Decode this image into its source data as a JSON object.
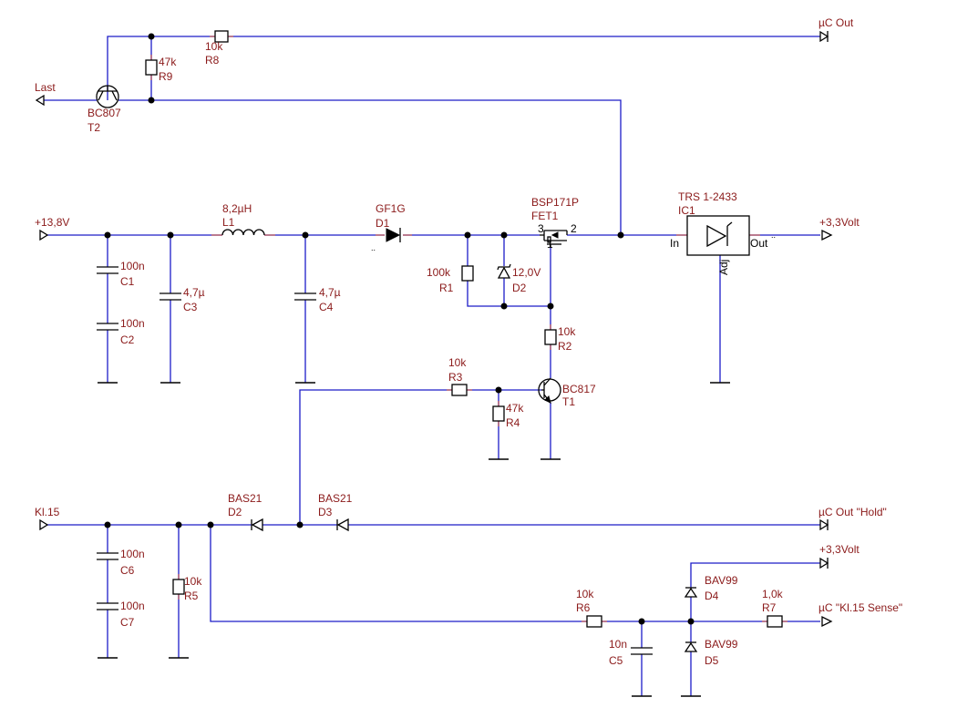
{
  "nets": {
    "last": "Last",
    "uc_out": "µC Out",
    "vin": "+13,8V",
    "v33_out": "+3,3Volt",
    "kl15": "Kl.15",
    "uc_out_hold": "µC Out \"Hold\"",
    "v33_ref": "+3,3Volt",
    "uc_kl15_sense": "µC \"Kl.15 Sense\""
  },
  "parts": {
    "R8": {
      "name": "R8",
      "value": "10k"
    },
    "R9": {
      "name": "R9",
      "value": "47k"
    },
    "T2": {
      "name": "T2",
      "value": "BC807"
    },
    "C1": {
      "name": "C1",
      "value": "100n"
    },
    "C2": {
      "name": "C2",
      "value": "100n"
    },
    "C3": {
      "name": "C3",
      "value": "4,7µ"
    },
    "L1": {
      "name": "L1",
      "value": "8,2µH"
    },
    "C4": {
      "name": "C4",
      "value": "4,7µ"
    },
    "D1": {
      "name": "D1",
      "value": "GF1G"
    },
    "R1": {
      "name": "R1",
      "value": "100k"
    },
    "D2z": {
      "name": "D2",
      "value": "12,0V"
    },
    "FET1": {
      "name": "FET1",
      "value": "BSP171P",
      "pin_gate": "1",
      "pin_drain": "2",
      "pin_source": "3"
    },
    "IC1": {
      "name": "IC1",
      "value": "TRS 1-2433",
      "pin_in": "In",
      "pin_out": "Out",
      "pin_adj": "Adj"
    },
    "R2": {
      "name": "R2",
      "value": "10k"
    },
    "R3": {
      "name": "R3",
      "value": "10k"
    },
    "T1": {
      "name": "T1",
      "value": "BC817"
    },
    "R4": {
      "name": "R4",
      "value": "47k"
    },
    "D2": {
      "name": "D2",
      "value": "BAS21"
    },
    "D3": {
      "name": "D3",
      "value": "BAS21"
    },
    "C6": {
      "name": "C6",
      "value": "100n"
    },
    "C7": {
      "name": "C7",
      "value": "100n"
    },
    "R5": {
      "name": "R5",
      "value": "10k"
    },
    "R6": {
      "name": "R6",
      "value": "10k"
    },
    "C5": {
      "name": "C5",
      "value": "10n"
    },
    "D4": {
      "name": "D4",
      "value": "BAV99"
    },
    "D5": {
      "name": "D5",
      "value": "BAV99"
    },
    "R7": {
      "name": "R7",
      "value": "1,0k"
    }
  },
  "colors": {
    "wire": "#1c1cc8",
    "label": "#8b1a1a",
    "component": "#000000"
  }
}
